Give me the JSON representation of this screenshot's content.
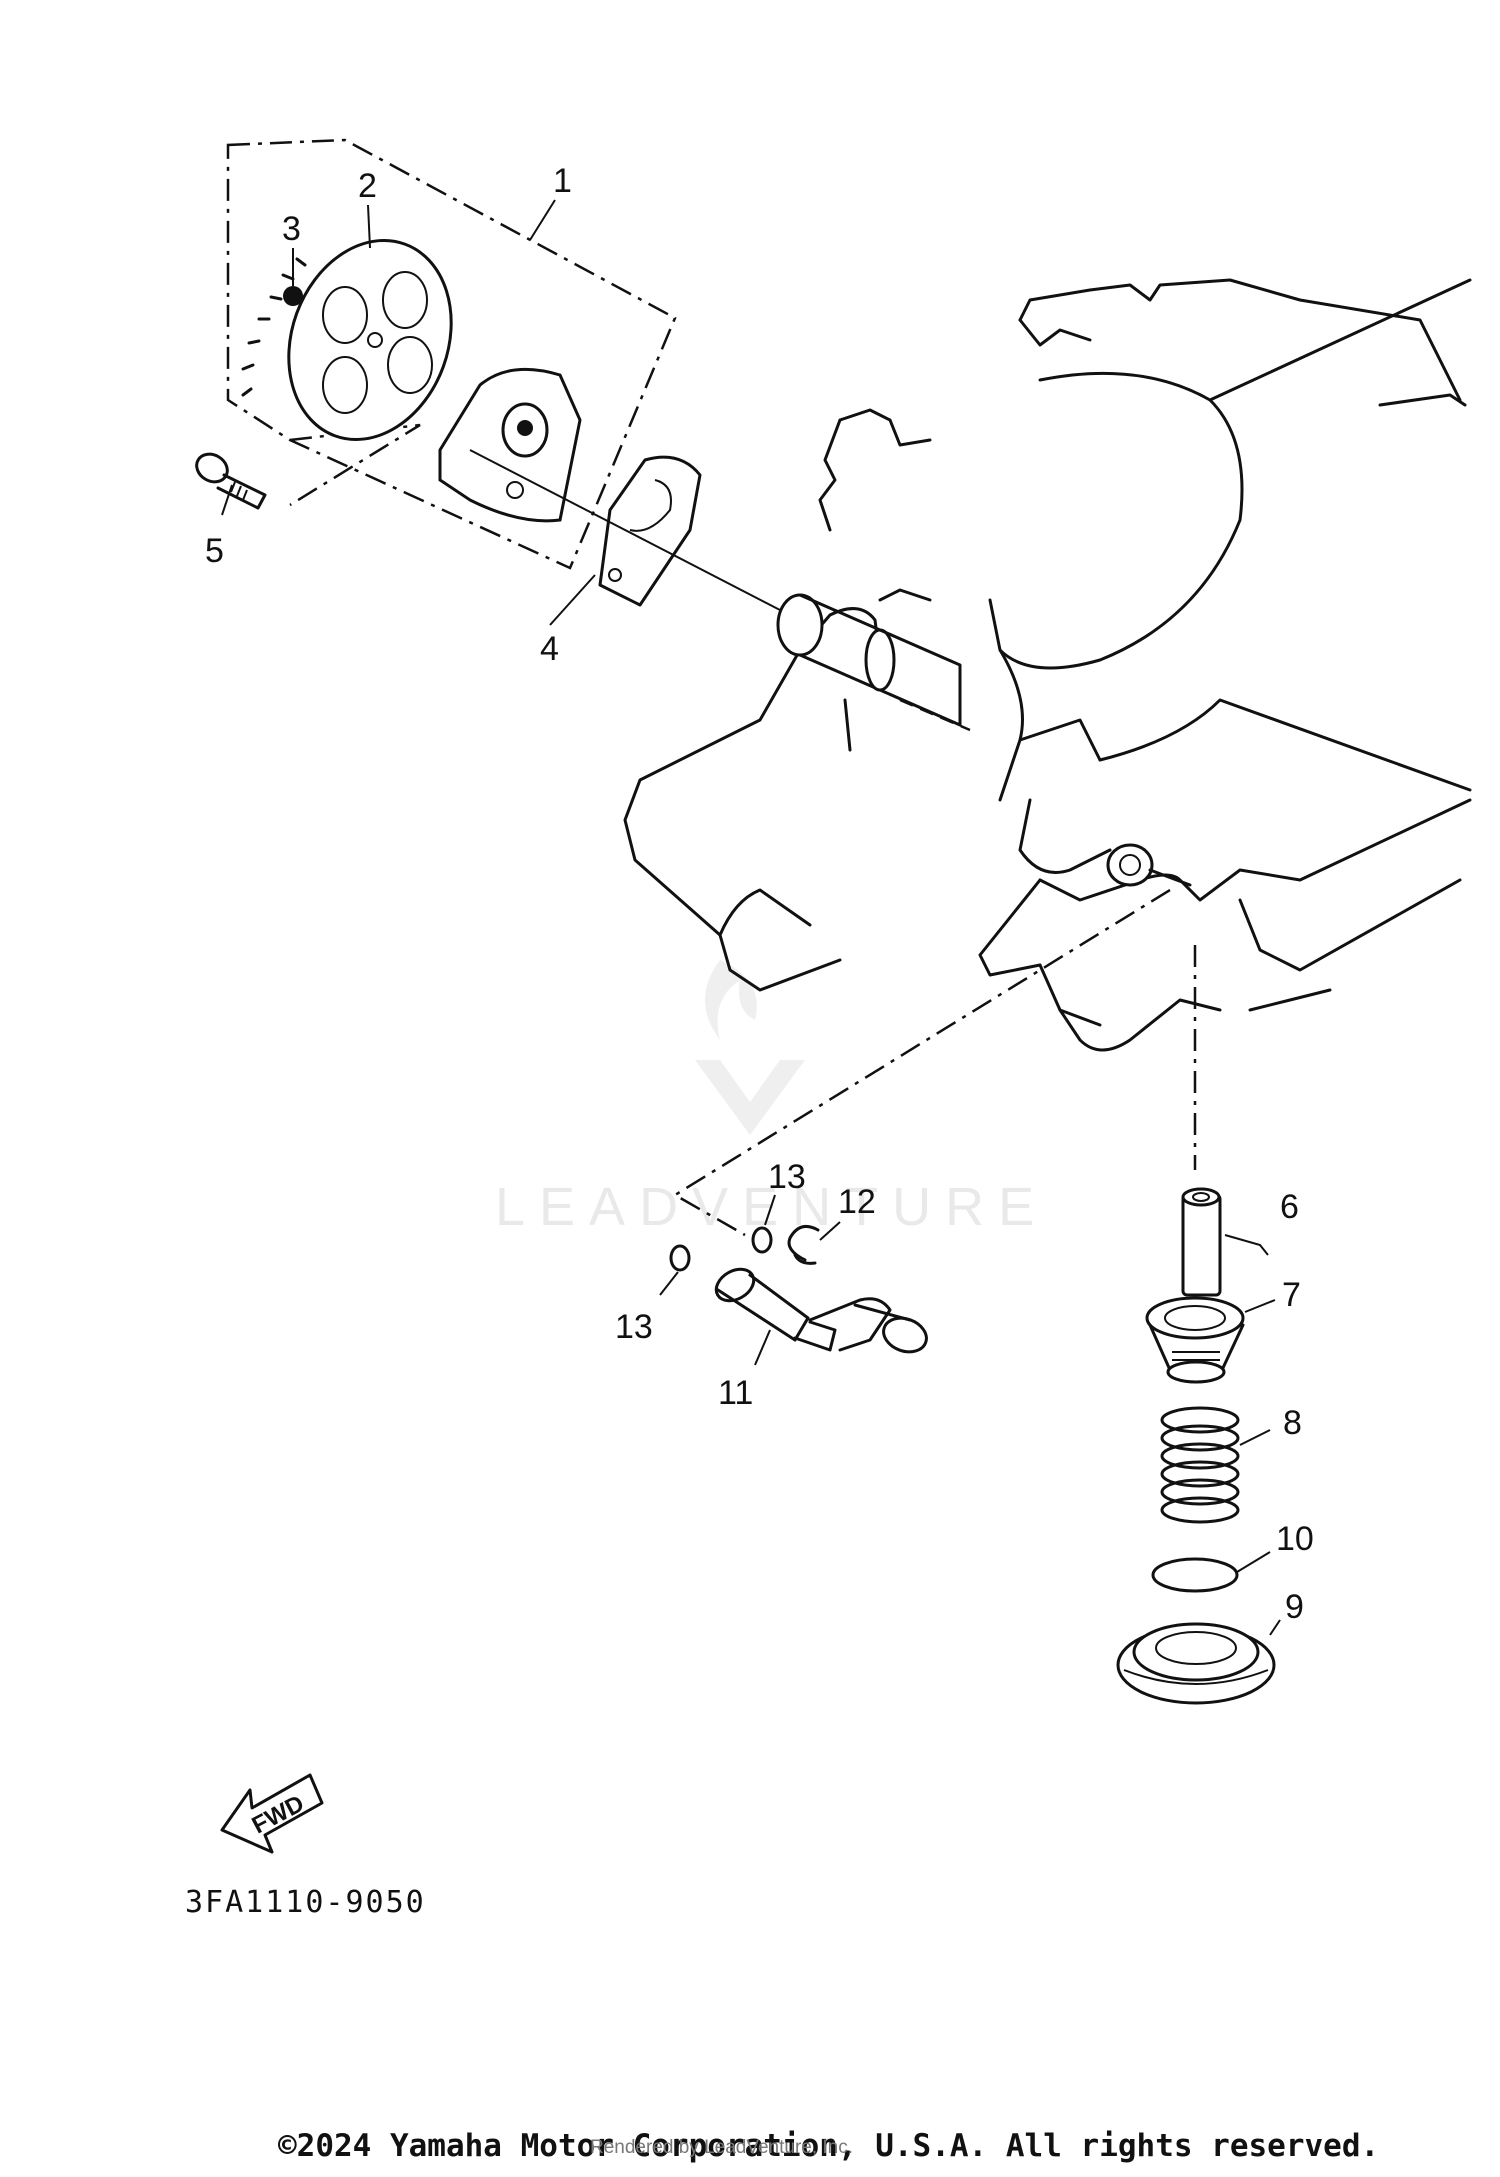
{
  "callouts": [
    {
      "id": "1",
      "text": "1"
    },
    {
      "id": "2",
      "text": "2"
    },
    {
      "id": "3",
      "text": "3"
    },
    {
      "id": "4",
      "text": "4"
    },
    {
      "id": "5",
      "text": "5"
    },
    {
      "id": "6",
      "text": "6"
    },
    {
      "id": "7",
      "text": "7"
    },
    {
      "id": "8",
      "text": "8"
    },
    {
      "id": "9",
      "text": "9"
    },
    {
      "id": "10",
      "text": "10"
    },
    {
      "id": "11",
      "text": "11"
    },
    {
      "id": "12",
      "text": "12"
    },
    {
      "id": "13a",
      "text": "13"
    },
    {
      "id": "13b",
      "text": "13"
    }
  ],
  "fwd_label": "FWD",
  "diagram_code": "3FA1110-9050",
  "watermark": "LEADVENTURE",
  "copyright": "©2024 Yamaha Motor Corporation, U.S.A. All rights reserved.",
  "rendered_note": "Rendered by LeadVenture, Inc."
}
